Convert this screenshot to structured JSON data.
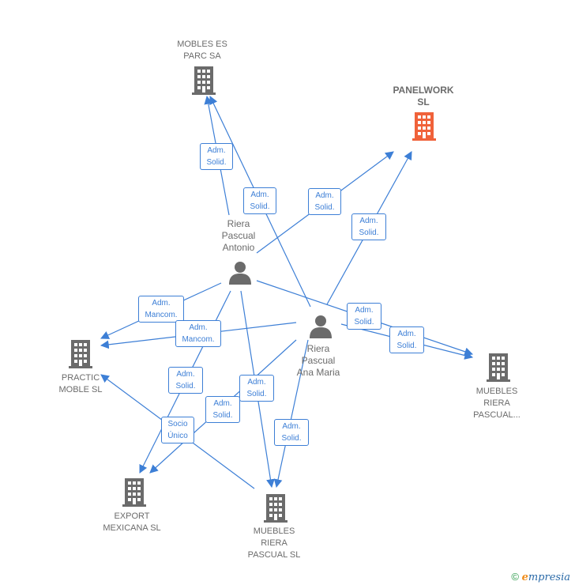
{
  "colors": {
    "edge": "#3d7fd6",
    "company": "#6b6b6b",
    "highlight": "#f0623a",
    "person": "#6b6b6b"
  },
  "nodes": {
    "mobles_es_parc": {
      "label": "MOBLES ES\nPARC SA",
      "icon": "building-icon"
    },
    "panelwork": {
      "label": "PANELWORK\nSL",
      "icon": "building-icon"
    },
    "riera_antonio": {
      "label": "Riera\nPascual\nAntonio",
      "icon": "person-icon"
    },
    "riera_ana": {
      "label": "Riera\nPascual\nAna Maria",
      "icon": "person-icon"
    },
    "practic_moble": {
      "label": "PRACTIC\nMOBLE SL",
      "icon": "building-icon"
    },
    "muebles_riera_pascual_dots": {
      "label": "MUEBLES\nRIERA\nPASCUAL...",
      "icon": "building-icon"
    },
    "export_mexicana": {
      "label": "EXPORT\nMEXICANA  SL",
      "icon": "building-icon"
    },
    "muebles_riera_pascual_sl": {
      "label": "MUEBLES\nRIERA\nPASCUAL SL",
      "icon": "building-icon"
    }
  },
  "badges": [
    "Adm.\nSolid.",
    "Adm.\nSolid.",
    "Adm.\nSolid.",
    "Adm.\nSolid.",
    "Adm.\nMancom.",
    "Adm.\nMancom.",
    "Adm.\nSolid.",
    "Adm.\nSolid.",
    "Adm.\nSolid.",
    "Adm.\nSolid.",
    "Adm.\nSolid.",
    "Socio\nÚnico",
    "Adm.\nSolid."
  ],
  "footer": {
    "copyright": "©",
    "brand_initial": "e",
    "brand_rest": "mpresia"
  }
}
